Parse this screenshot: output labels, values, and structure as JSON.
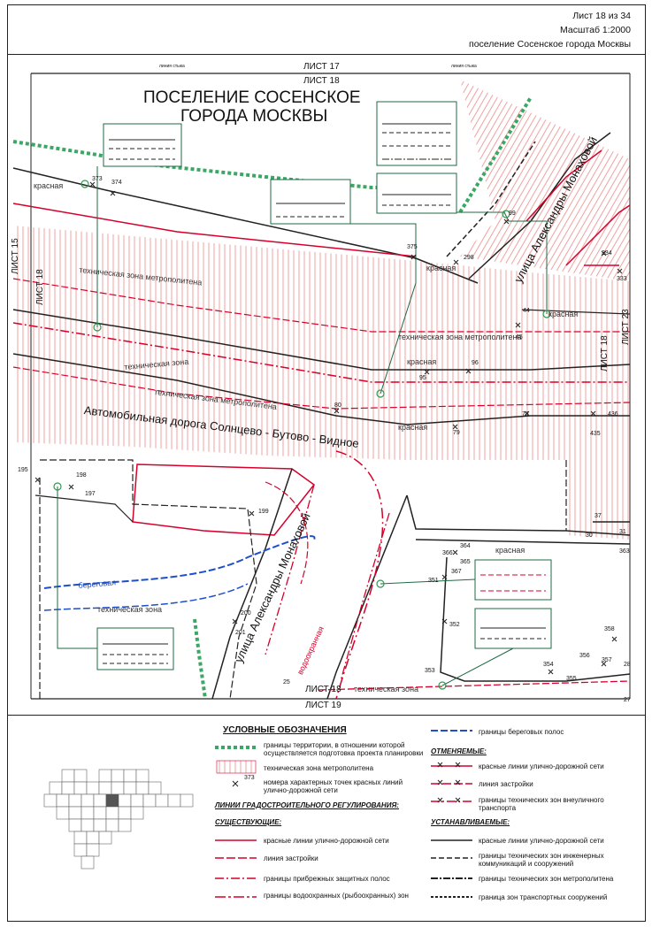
{
  "header": {
    "sheet": "Лист 18 из 34",
    "scale": "Масштаб 1:2000",
    "settlement": "поселение Сосенское города Москвы"
  },
  "map": {
    "title_line1": "ПОСЕЛЕНИЕ СОСЕНСКОЕ",
    "title_line2": "ГОРОДА МОСКВЫ",
    "sheet_top_17": "ЛИСТ 17",
    "sheet_top_18": "ЛИСТ 18",
    "sheet_left_15": "ЛИСТ 15",
    "sheet_left_18": "ЛИСТ 18",
    "sheet_right_18": "ЛИСТ 18",
    "sheet_right_23": "ЛИСТ 23",
    "sheet_bottom_18": "ЛИСТ 18",
    "sheet_bottom_19": "ЛИСТ 19",
    "seam_line": "линия стыка",
    "road_name": "Автомобильная дорога Солнцево - Бутово - Видное",
    "street_name": "улица Александры Монаховой",
    "street_name_2": "улица Александры Монаховой",
    "metro_zone_1": "техническая зона метрополитена",
    "metro_zone_2": "техническая зона метрополитена",
    "metro_zone_3": "техническая зона метрополитена",
    "tech_zone": "техническая зона",
    "red": "красная",
    "shore": "береговая",
    "water": "водоохранная",
    "points": [
      "373",
      "374",
      "375",
      "298",
      "99",
      "334",
      "333",
      "44",
      "45",
      "96",
      "95",
      "80",
      "79",
      "78",
      "435",
      "436",
      "195",
      "198",
      "197",
      "199",
      "200",
      "201",
      "364",
      "366",
      "365",
      "367",
      "351",
      "352",
      "353",
      "354",
      "355",
      "356",
      "357",
      "358",
      "363",
      "28",
      "27",
      "25",
      "37",
      "30",
      "31"
    ]
  },
  "legend": {
    "title": "УСЛОВНЫЕ ОБОЗНАЧЕНИЯ",
    "items_left": [
      "границы территории, в отношении которой осуществляется подготовка проекта планировки",
      "техническая зона метрополитена",
      "номера характерных точек красных линий улично-дорожной сети"
    ],
    "point_sample": "373",
    "regulation_title": "ЛИНИИ ГРАДОСТРОИТЕЛЬНОГО РЕГУЛИРОВАНИЯ:",
    "existing_title": "СУЩЕСТВУЮЩИЕ:",
    "existing": [
      "красные линии улично-дорожной сети",
      "линия застройки",
      "границы прибрежных защитных полос",
      "границы водоохранных (рыбоохранных) зон"
    ],
    "shore_item": "границы береговых полос",
    "cancelled_title": "ОТМЕНЯЕМЫЕ:",
    "cancelled": [
      "красные линии улично-дорожной сети",
      "линия застройки",
      "границы технических зон внеуличного транспорта"
    ],
    "established_title": "УСТАНАВЛИВАЕМЫЕ:",
    "established": [
      "красные линии улично-дорожной сети",
      "границы технических зон инженерных коммуникаций и сооружений",
      "границы технических зон метрополитена",
      "граница зон транспортных сооружений"
    ]
  },
  "colors": {
    "red_line": "#d6002a",
    "hatch": "#f2a0a0",
    "green_boundary": "#3aa864",
    "callout": "#1f6a45",
    "blue_shore": "#1f4fc8"
  }
}
